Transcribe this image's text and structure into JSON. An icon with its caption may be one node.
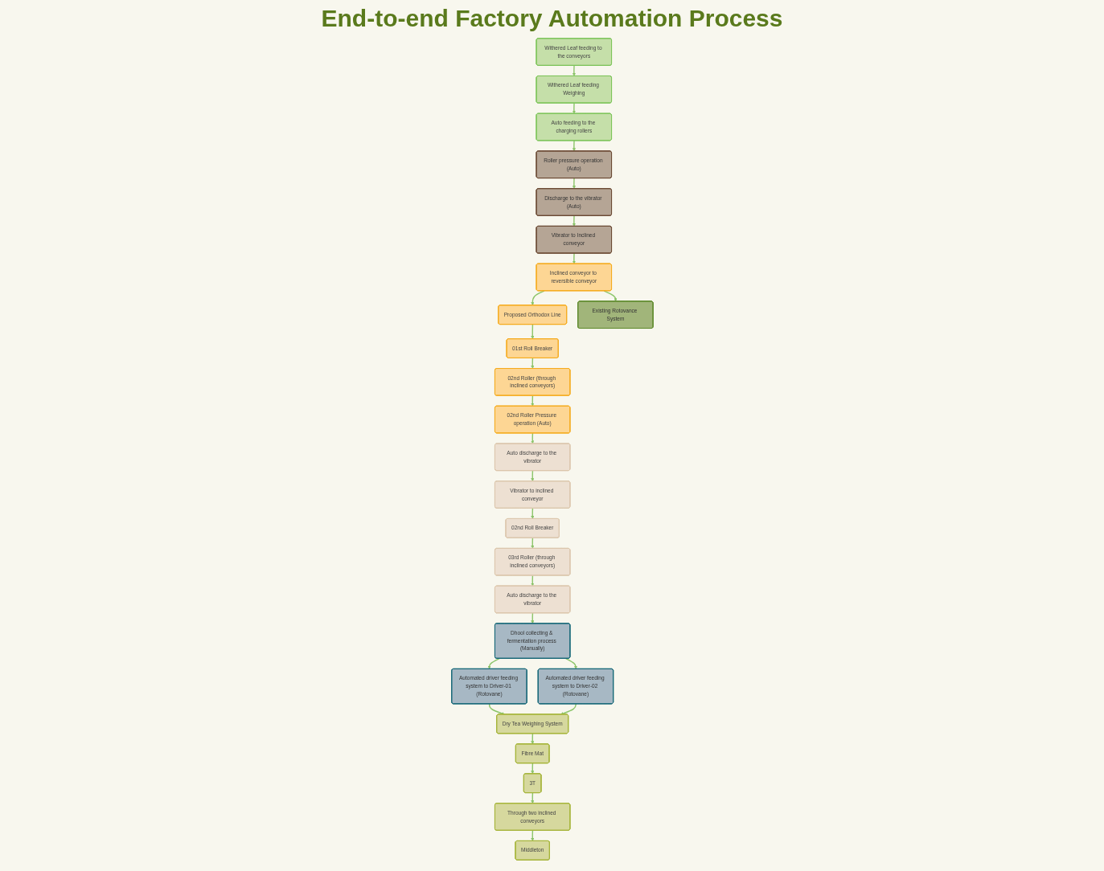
{
  "diagram": {
    "title": "End-to-end Factory Automation Process",
    "nodes": [
      {
        "text": [
          "Withered Leaf feeding to the conveyors"
        ]
      },
      {
        "text": [
          "Withered Leaf feeding Weighing"
        ]
      },
      {
        "text": [
          "Auto feeding to the charging rollers"
        ]
      },
      {
        "text": [
          "Roller pressure operation (Auto)"
        ]
      },
      {
        "text": [
          "Discharge to the vibrator (Auto)"
        ]
      },
      {
        "text": [
          "Vibrator to Inclined conveyor"
        ]
      },
      {
        "text": [
          "Inclined conveyor to reversible conveyor"
        ]
      },
      {
        "text": [
          "Proposed Orthodox Line"
        ]
      },
      {
        "text": [
          "01st Roll Breaker"
        ]
      },
      {
        "text": [
          "02nd Roller (through inclined conveyors)"
        ]
      },
      {
        "text": [
          "02nd Roller Pressure operation (Auto)"
        ]
      },
      {
        "text": [
          "Auto discharge to the vibrator"
        ]
      },
      {
        "text": [
          "Vibrator to inclined conveyor"
        ]
      },
      {
        "text": [
          "02nd Roll Breaker"
        ]
      },
      {
        "text": [
          "03rd Roller (through inclined conveyors)"
        ]
      },
      {
        "text": [
          "Auto discharge to the vibrator"
        ]
      },
      {
        "text": [
          "Dhool collecting & fermentation process (Manually)"
        ]
      },
      {
        "text": [
          "Automated driver feeding system to Driver-01 (Rotovane)"
        ]
      },
      {
        "text": [
          "Automated driver feeding system to Driver-02 (Rotovane)"
        ]
      },
      {
        "text": [
          "Dry Tea Weighing System"
        ]
      },
      {
        "text": [
          "Fibre Mat"
        ]
      },
      {
        "text": [
          "3T"
        ]
      },
      {
        "text": [
          "Through two inclined conveyors"
        ]
      },
      {
        "text": [
          "Middleton"
        ]
      },
      {
        "text": [
          "Existing Rotovance System"
        ]
      }
    ],
    "edges": [
      {
        "from": 0,
        "to": 1,
        "arrow": "to"
      },
      {
        "from": 1,
        "to": 2,
        "arrow": "to"
      },
      {
        "from": 2,
        "to": 3,
        "arrow": "to"
      },
      {
        "from": 3,
        "to": 4,
        "arrow": "to"
      },
      {
        "from": 4,
        "to": 5,
        "arrow": "to"
      },
      {
        "from": 5,
        "to": 6,
        "arrow": "to"
      },
      {
        "from": 6,
        "to": 7,
        "arrow": "to"
      },
      {
        "from": 7,
        "to": 8,
        "arrow": "to"
      },
      {
        "from": 8,
        "to": 9,
        "arrow": "to"
      },
      {
        "from": 9,
        "to": 10,
        "arrow": "to"
      },
      {
        "from": 10,
        "to": 11,
        "arrow": "to"
      },
      {
        "from": 11,
        "to": 12,
        "arrow": "to"
      },
      {
        "from": 12,
        "to": 13,
        "arrow": "to"
      },
      {
        "from": 13,
        "to": 14,
        "arrow": "to"
      },
      {
        "from": 14,
        "to": 15,
        "arrow": "to"
      },
      {
        "from": 15,
        "to": 16,
        "arrow": "to"
      },
      {
        "from": 16,
        "to": 17,
        "arrow": "to"
      },
      {
        "from": 16,
        "to": 18,
        "arrow": "to"
      },
      {
        "from": 17,
        "to": 19,
        "arrow": "to"
      },
      {
        "from": 18,
        "to": 19,
        "arrow": "to"
      },
      {
        "from": 19,
        "to": 20,
        "arrow": "to"
      },
      {
        "from": 20,
        "to": 21,
        "arrow": "to"
      },
      {
        "from": 21,
        "to": 22,
        "arrow": "to"
      },
      {
        "from": 22,
        "to": 23,
        "arrow": "to"
      },
      {
        "from": 6,
        "to": 24,
        "arrow": "to"
      }
    ]
  }
}
